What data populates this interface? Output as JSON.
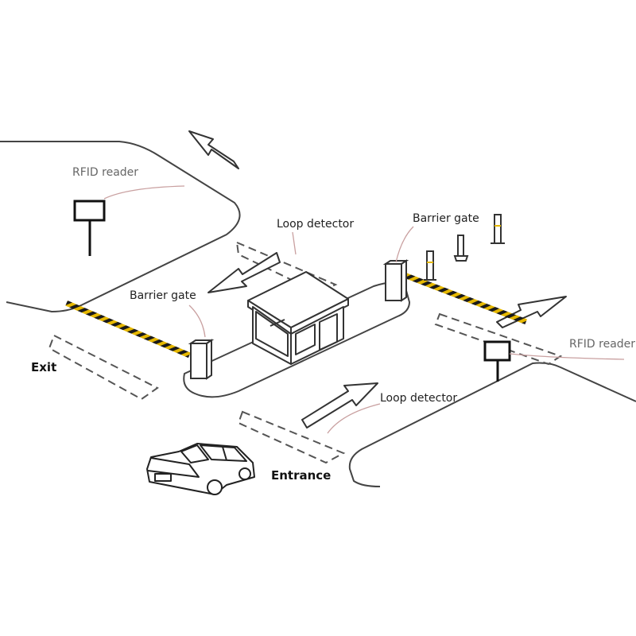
{
  "diagram": {
    "labels": {
      "rfid_reader_left": "RFID reader",
      "rfid_reader_right": "RFID reader",
      "loop_detector_top": "Loop detector",
      "loop_detector_bottom": "Loop detector",
      "barrier_gate_left": "Barrier gate",
      "barrier_gate_right": "Barrier gate",
      "exit": "Exit",
      "entrance": "Entrance"
    },
    "colors": {
      "line": "#333333",
      "barrier_yellow": "#e6b800",
      "barrier_black": "#1a1a1a",
      "leader": "#c9a0a0"
    }
  }
}
